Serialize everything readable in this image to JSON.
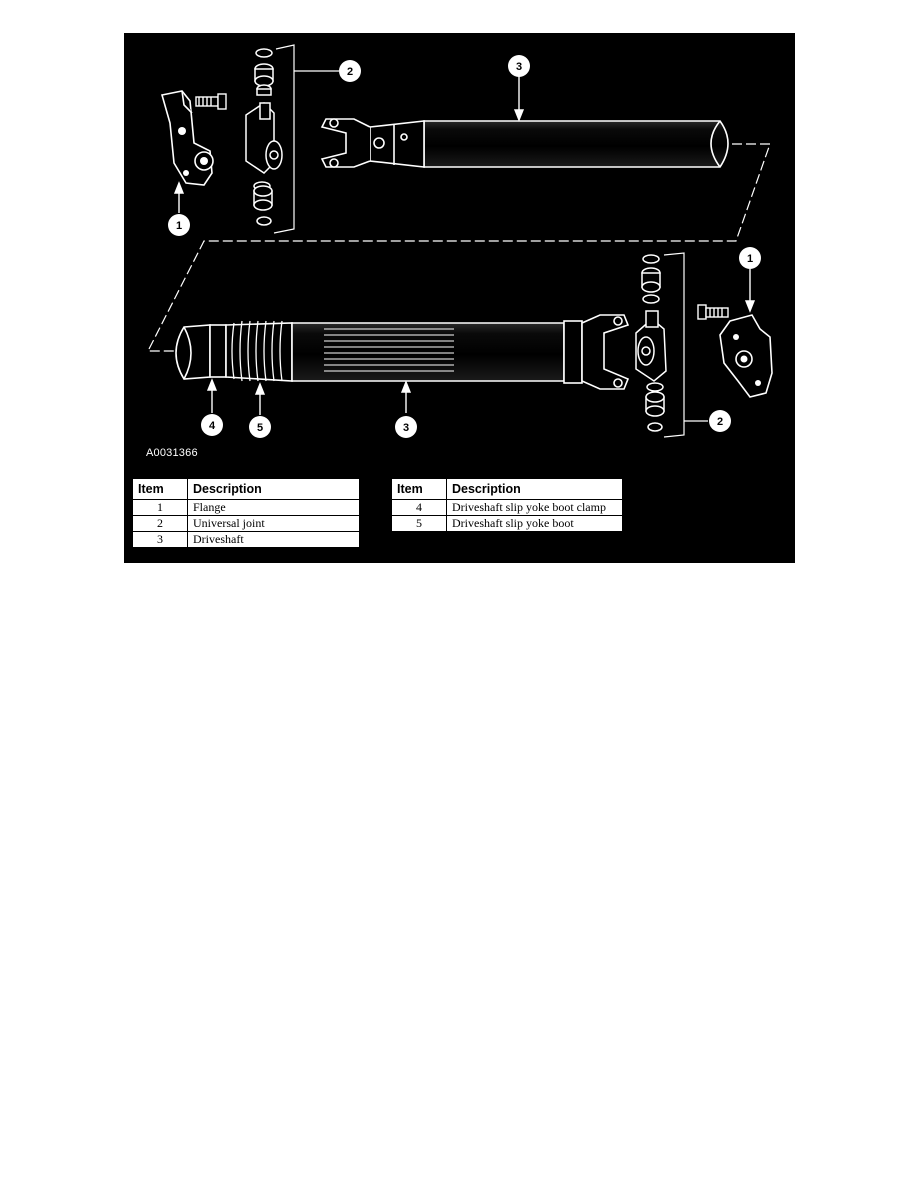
{
  "figure_id": "A0031366",
  "callouts": {
    "top_flange": "1",
    "top_ujoint": "2",
    "top_shaft": "3",
    "bottom_flange": "1",
    "bottom_ujoint": "2",
    "bottom_clamp": "4",
    "bottom_boot": "5",
    "bottom_shaft": "3"
  },
  "legend_left": {
    "headers": [
      "Item",
      "Description"
    ],
    "rows": [
      {
        "item": "1",
        "description": "Flange"
      },
      {
        "item": "2",
        "description": "Universal joint"
      },
      {
        "item": "3",
        "description": "Driveshaft"
      }
    ]
  },
  "legend_right": {
    "headers": [
      "Item",
      "Description"
    ],
    "rows": [
      {
        "item": "4",
        "description": "Driveshaft slip yoke boot clamp"
      },
      {
        "item": "5",
        "description": "Driveshaft slip yoke boot"
      }
    ]
  }
}
